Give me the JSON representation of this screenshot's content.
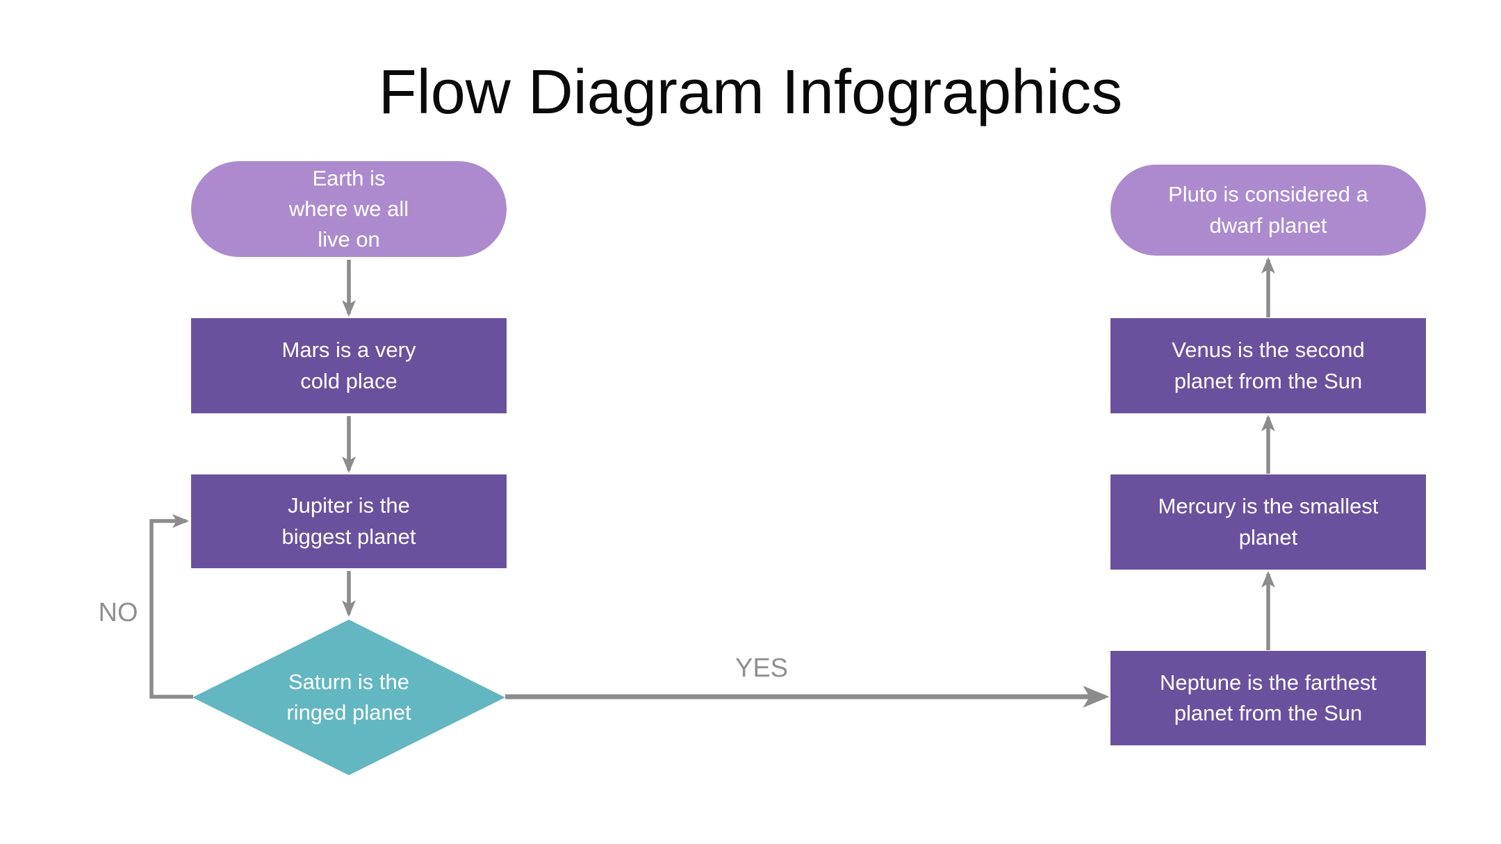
{
  "title": "Flow Diagram Infographics",
  "labels": {
    "no": "NO",
    "yes": "YES"
  },
  "nodes": {
    "earth": {
      "shape": "terminator",
      "text": "Earth is\nwhere we all\nlive on"
    },
    "mars": {
      "shape": "process",
      "text": "Mars is a very\ncold place"
    },
    "jupiter": {
      "shape": "process",
      "text": "Jupiter is the\nbiggest planet"
    },
    "saturn": {
      "shape": "decision",
      "text": "Saturn is the\nringed planet"
    },
    "neptune": {
      "shape": "process",
      "text": "Neptune is the farthest\nplanet from the Sun"
    },
    "mercury": {
      "shape": "process",
      "text": "Mercury is the smallest\nplanet"
    },
    "venus": {
      "shape": "process",
      "text": "Venus is the second\nplanet from the Sun"
    },
    "pluto": {
      "shape": "terminator",
      "text": "Pluto is considered a\ndwarf planet"
    }
  },
  "colors": {
    "terminator": "#ad8ace",
    "process": "#6a519e",
    "decision": "#63b7c0",
    "connector": "#8c8c8c",
    "edge-label": "#8f8f8f",
    "shape-text": "#ffffff",
    "title-text": "#0a0a0a",
    "background": "#ffffff"
  }
}
